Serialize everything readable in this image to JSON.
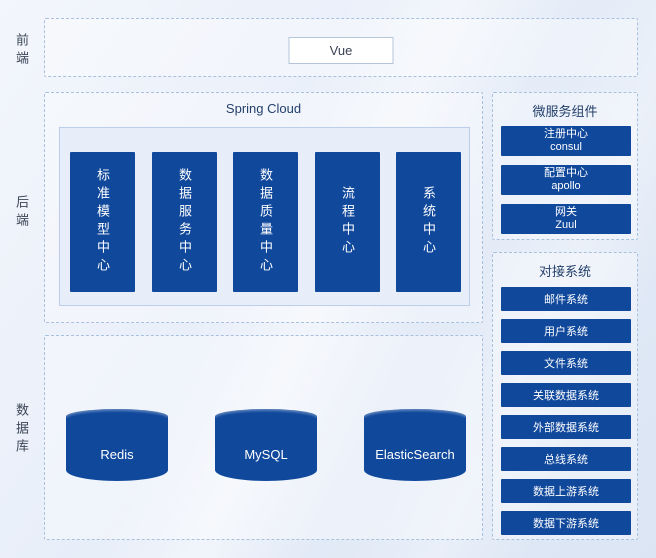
{
  "colors": {
    "primary_blue": "#10489c",
    "dashed_border": "#a7c0de",
    "title_text": "#24406b",
    "background_start": "#f3f6fc",
    "background_end": "#dbe5f4"
  },
  "layers": {
    "frontend_label": "前端",
    "backend_label": "后端",
    "database_label": "数据库"
  },
  "frontend": {
    "vue_label": "Vue"
  },
  "backend": {
    "title": "Spring Cloud",
    "centers": [
      "标准模型中心",
      "数据服务中心",
      "数据质量中心",
      "流程中心",
      "系统中心"
    ]
  },
  "microservices": {
    "title": "微服务组件",
    "items": [
      {
        "line1": "注册中心",
        "line2": "consul"
      },
      {
        "line1": "配置中心",
        "line2": "apollo"
      },
      {
        "line1": "网关",
        "line2": "Zuul"
      }
    ]
  },
  "integrations": {
    "title": "对接系统",
    "items": [
      "邮件系统",
      "用户系统",
      "文件系统",
      "关联数据系统",
      "外部数据系统",
      "总线系统",
      "数据上游系统",
      "数据下游系统"
    ]
  },
  "databases": [
    "Redis",
    "MySQL",
    "ElasticSearch"
  ]
}
